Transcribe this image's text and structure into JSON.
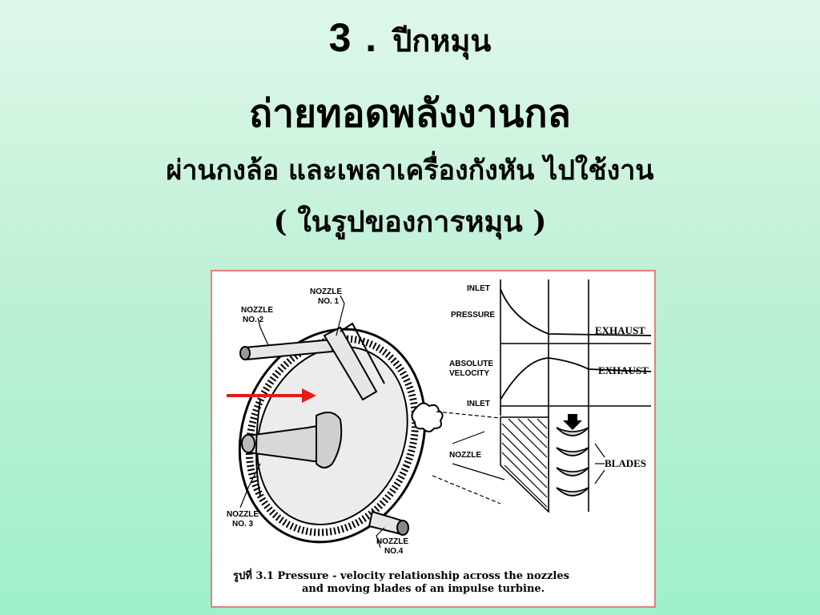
{
  "slide": {
    "number": "3 .",
    "heading": "ปีกหมุน",
    "title": "ถ่ายทอดพลังงานกล",
    "subtitle": "ผ่านกงล้อ และเพลาเครื่องกังหัน ไปใช้งาน",
    "note": "( ในรูปของการหมุน )"
  },
  "figure": {
    "labels": {
      "nozzle1_a": "NOZZLE",
      "nozzle1_b": "NO. 1",
      "nozzle2_a": "NOZZLE",
      "nozzle2_b": "NO. 2",
      "nozzle3_a": "NOZZLE",
      "nozzle3_b": "NO. 3",
      "nozzle4_a": "NOZZLE",
      "nozzle4_b": "NO.4",
      "inlet_top": "INLET",
      "pressure": "PRESSURE",
      "exhaust1": "EXHAUST",
      "abs_vel_a": "ABSOLUTE",
      "abs_vel_b": "VELOCITY",
      "exhaust2": "EXHAUST",
      "inlet_bottom": "INLET",
      "nozzle_side": "NOZZLE",
      "blades": "BLADES"
    },
    "caption_line1": "รูปที่ 3.1 Pressure - velocity relationship across the nozzles",
    "caption_line2": "and moving blades of an impulse turbine."
  },
  "colors": {
    "arrow": "#e31b1b",
    "frame_border": "#e08080"
  }
}
